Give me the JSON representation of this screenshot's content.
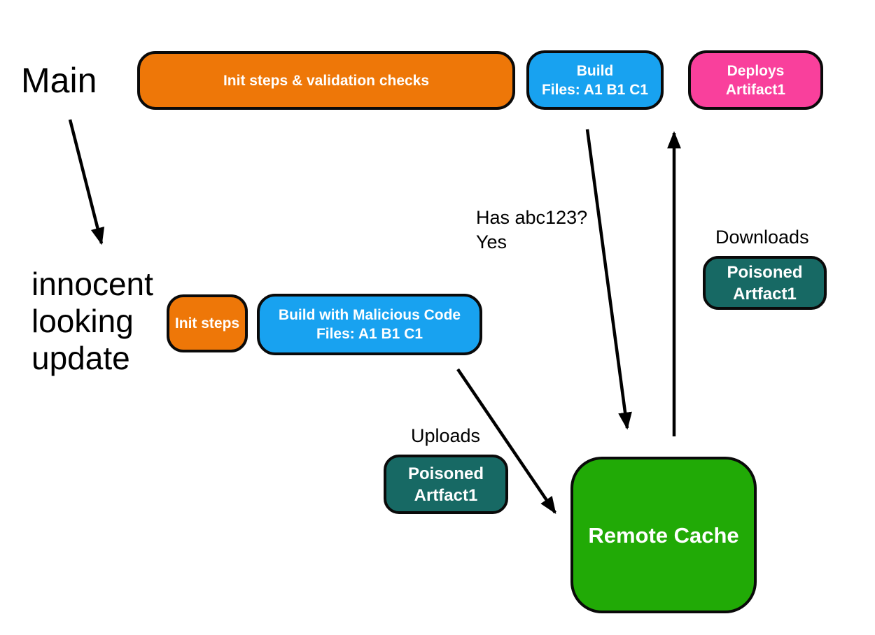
{
  "colors": {
    "orange": "#EE7708",
    "blue": "#18A2F0",
    "pink": "#F9409C",
    "teal": "#176964",
    "green": "#21AA06",
    "outline": "#0A0A0A",
    "arrow": "#000000",
    "text-dark": "#000000",
    "text-light": "#FFFFFF"
  },
  "labels": {
    "main": "Main",
    "innocent_update": "innocent\nlooking\nupdate",
    "has_abc123": "Has abc123?\nYes",
    "downloads": "Downloads",
    "uploads": "Uploads"
  },
  "nodes": {
    "init_validation": {
      "label": "Init steps & validation checks"
    },
    "build_main": {
      "line1": "Build",
      "line2": "Files: A1 B1 C1"
    },
    "deploys_artifact": {
      "line1": "Deploys",
      "line2": "Artifact1"
    },
    "init_steps": {
      "label": "Init steps"
    },
    "build_malicious": {
      "line1": "Build with Malicious Code",
      "line2": "Files: A1 B1 C1"
    },
    "poisoned_artifact_upload": {
      "line1": "Poisoned",
      "line2": "Artfact1"
    },
    "poisoned_artifact_download": {
      "line1": "Poisoned",
      "line2": "Artfact1"
    },
    "remote_cache": {
      "label": "Remote Cache"
    }
  }
}
